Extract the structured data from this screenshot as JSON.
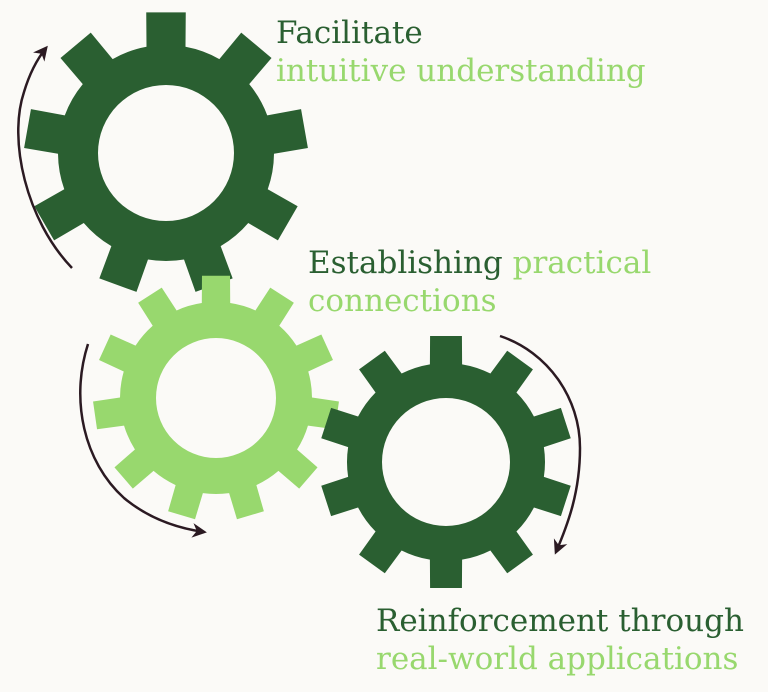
{
  "colors": {
    "background": "#fbfaf7",
    "gear_dark": "#2a5f31",
    "gear_light": "#98d86e",
    "arrow": "#2b1a22",
    "text_dark": "#2a5f31",
    "text_light": "#98d86e"
  },
  "labels": {
    "top": {
      "line1": "Facilitate",
      "line2": "intuitive understanding"
    },
    "middle": {
      "line1_dark": "Establishing",
      "line1_light": "practical",
      "line2_light": "connections"
    },
    "bottom": {
      "line1": "Reinforcement through",
      "line2": "real-world applications"
    }
  },
  "gears": [
    {
      "name": "top-gear",
      "tone": "dark",
      "teeth": 9
    },
    {
      "name": "middle-gear",
      "tone": "light",
      "teeth": 11
    },
    {
      "name": "bottom-gear",
      "tone": "dark",
      "teeth": 10
    }
  ],
  "arrows": [
    {
      "name": "top-gear-arrow",
      "direction": "upward"
    },
    {
      "name": "middle-gear-arrow",
      "direction": "downward"
    },
    {
      "name": "bottom-gear-arrow",
      "direction": "downward"
    }
  ]
}
